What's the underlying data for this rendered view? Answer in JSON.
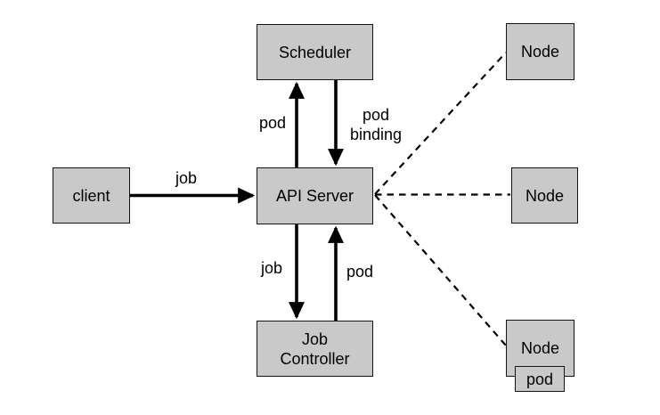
{
  "diagram": {
    "background_color": "#ffffff",
    "box_fill_color": "#c9c9c9",
    "box_border_color": "#141414",
    "line_color": "#000000",
    "nodes": [
      {
        "id": "client",
        "label": "client"
      },
      {
        "id": "scheduler",
        "label": "Scheduler"
      },
      {
        "id": "api_server",
        "label": "API Server"
      },
      {
        "id": "job_controller",
        "label": "Job Controller"
      },
      {
        "id": "node_top",
        "label": "Node"
      },
      {
        "id": "node_middle",
        "label": "Node"
      },
      {
        "id": "node_bottom",
        "label": "Node"
      },
      {
        "id": "pod",
        "label": "pod"
      }
    ],
    "edges": [
      {
        "from": "client",
        "to": "api_server",
        "label": "job",
        "style": "solid-arrow"
      },
      {
        "from": "api_server",
        "to": "scheduler",
        "label": "pod",
        "style": "solid-arrow"
      },
      {
        "from": "scheduler",
        "to": "api_server",
        "label": "pod binding",
        "style": "solid-arrow"
      },
      {
        "from": "api_server",
        "to": "job_controller",
        "label": "job",
        "style": "solid-arrow"
      },
      {
        "from": "job_controller",
        "to": "api_server",
        "label": "pod",
        "style": "solid-arrow"
      },
      {
        "from": "api_server",
        "to": "node_top",
        "label": "",
        "style": "dashed"
      },
      {
        "from": "api_server",
        "to": "node_middle",
        "label": "",
        "style": "dashed"
      },
      {
        "from": "api_server",
        "to": "node_bottom",
        "label": "",
        "style": "dashed"
      }
    ]
  }
}
